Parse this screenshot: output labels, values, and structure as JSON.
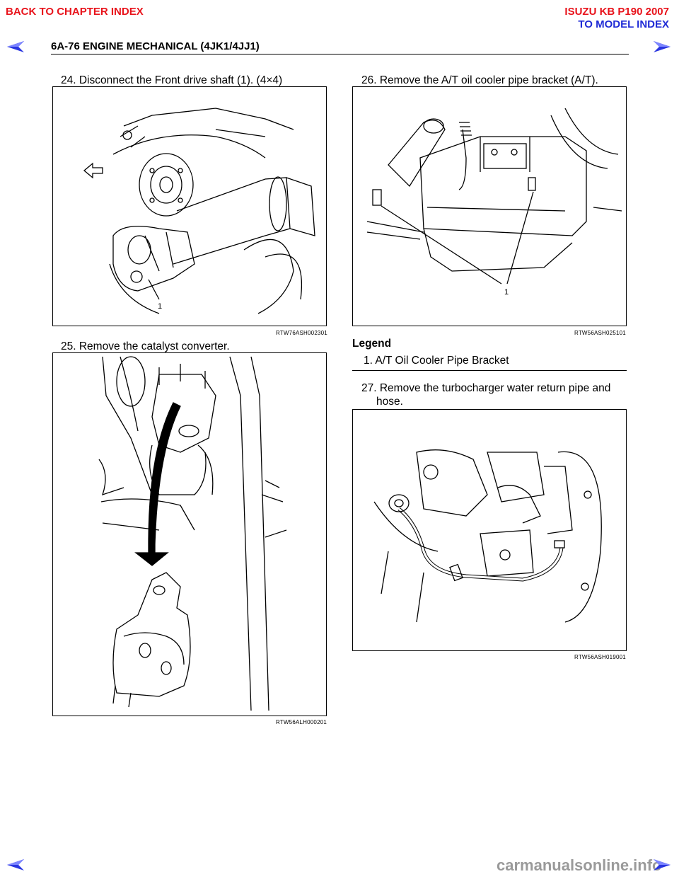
{
  "nav": {
    "back_chapter": "BACK TO CHAPTER INDEX",
    "model_title": "ISUZU KB P190 2007",
    "to_model": "TO MODEL INDEX"
  },
  "header": {
    "title": "6A-76  ENGINE MECHANICAL (4JK1/4JJ1)"
  },
  "left": {
    "step24": "24. Disconnect the Front drive shaft (1). (4×4)",
    "fig24_id": "RTW76ASH002301",
    "fig24_callout": "1",
    "step25": "25. Remove the catalyst converter.",
    "fig25_id": "RTW56ALH000201"
  },
  "right": {
    "step26": "26. Remove the A/T oil cooler pipe bracket (A/T).",
    "fig26_id": "RTW56ASH025101",
    "fig26_callout": "1",
    "legend_title": "Legend",
    "legend_item1": "1.   A/T Oil Cooler Pipe Bracket",
    "step27_line1": "27. Remove  the  turbocharger  water  return  pipe  and",
    "step27_line2": "hose.",
    "fig27_id": "RTW56ASH019001"
  },
  "watermark": "carmanualsonline.info",
  "colors": {
    "nav_red": "#e8131b",
    "nav_blue": "#1f2bd6"
  }
}
